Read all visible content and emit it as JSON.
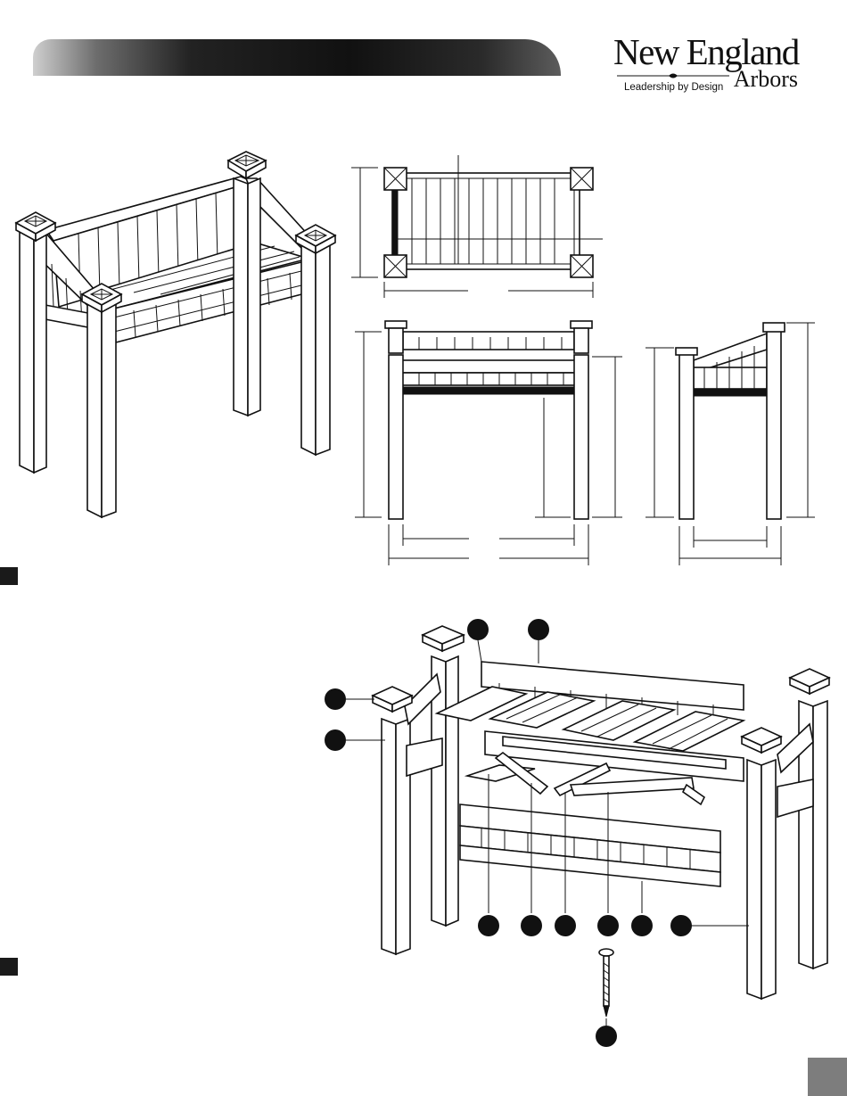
{
  "brand": {
    "name_line1": "New England",
    "name_line2": "Arbors",
    "tagline": "Leadership by Design"
  },
  "colors": {
    "banner_dark": "#111111",
    "banner_light": "#cfcfcf",
    "marker": "#1a1a1a",
    "page_tab": "#7d7d7d"
  },
  "icons": {
    "section_markers": [
      "square-marker",
      "square-marker"
    ],
    "callouts": [
      "callout-circle"
    ]
  }
}
